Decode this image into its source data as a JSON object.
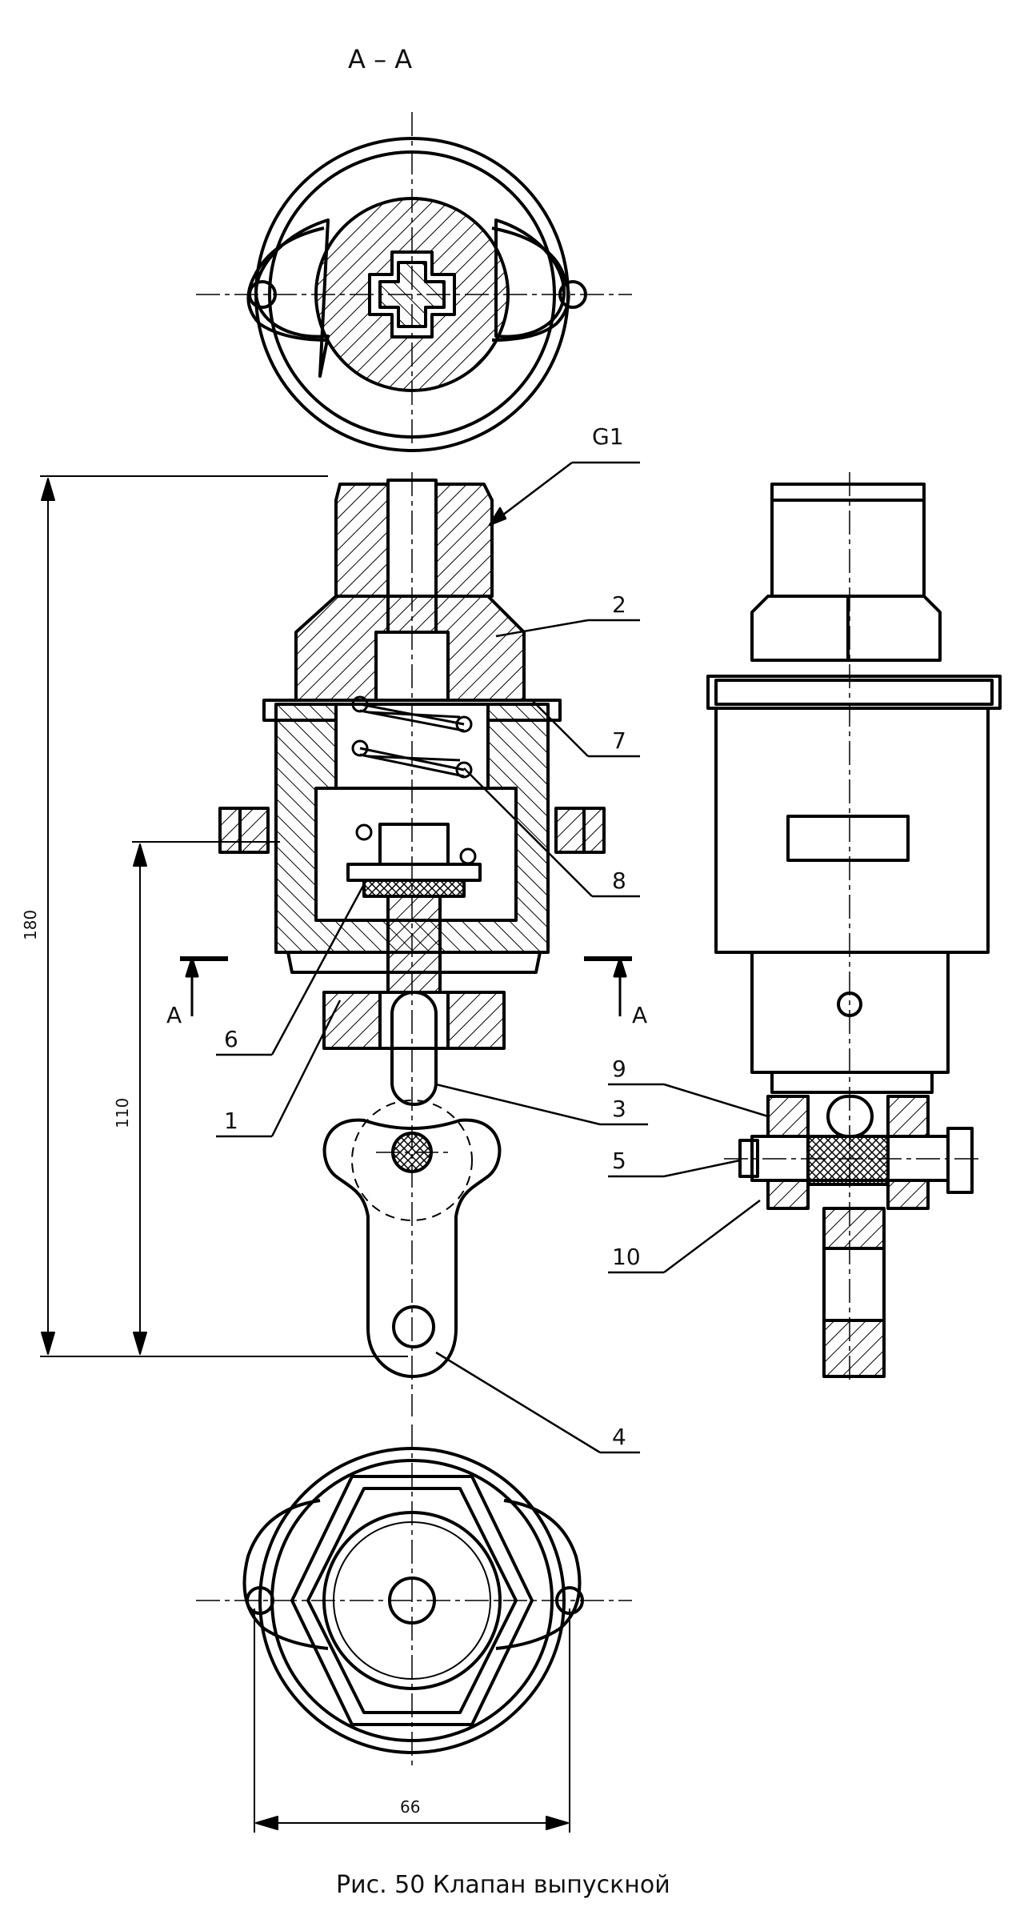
{
  "section_title": "A – A",
  "thread_label": "G1",
  "section_marks": {
    "left": "A",
    "right": "A"
  },
  "part_numbers": {
    "p1": "1",
    "p2": "2",
    "p3": "3",
    "p4": "4",
    "p5": "5",
    "p6": "6",
    "p7": "7",
    "p8": "8",
    "p9": "9",
    "p10": "10"
  },
  "dimensions": {
    "overall_height": "180",
    "lever_height": "110",
    "base_width": "66"
  },
  "caption": "Рис. 50   Клапан выпускной"
}
